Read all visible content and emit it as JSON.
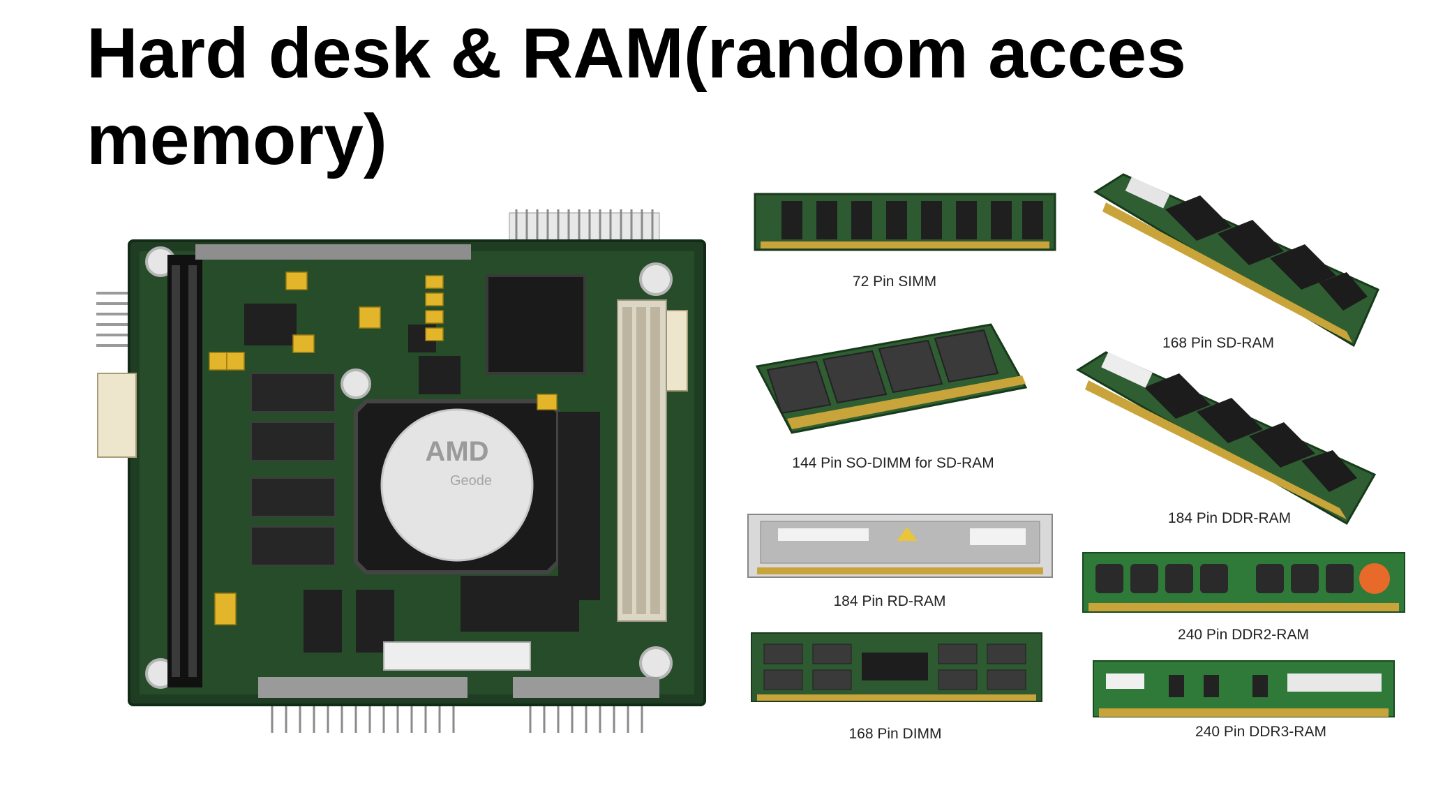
{
  "slide": {
    "title": "Hard desk & RAM(random acces memory)"
  },
  "motherboard": {
    "chip_brand": "AMD",
    "chip_model": "Geode"
  },
  "modules": [
    {
      "id": "simm72",
      "caption": "72 Pin SIMM"
    },
    {
      "id": "sdram168",
      "caption": "168 Pin SD-RAM"
    },
    {
      "id": "sodimm144",
      "caption": "144 Pin SO-DIMM for SD-RAM"
    },
    {
      "id": "ddr184",
      "caption": "184 Pin DDR-RAM"
    },
    {
      "id": "rdram184",
      "caption": "184 Pin RD-RAM"
    },
    {
      "id": "ddr2_240",
      "caption": "240 Pin DDR2-RAM"
    },
    {
      "id": "dimm168",
      "caption": "168 Pin DIMM"
    },
    {
      "id": "ddr3_240",
      "caption": "240 Pin DDR3-RAM"
    }
  ],
  "colors": {
    "pcb_dark": "#1f3d22",
    "pcb_green": "#2f6b34",
    "chip_black": "#1a1a1a",
    "gold_pin": "#c9a43a",
    "capacitor": "#e2b52a"
  }
}
